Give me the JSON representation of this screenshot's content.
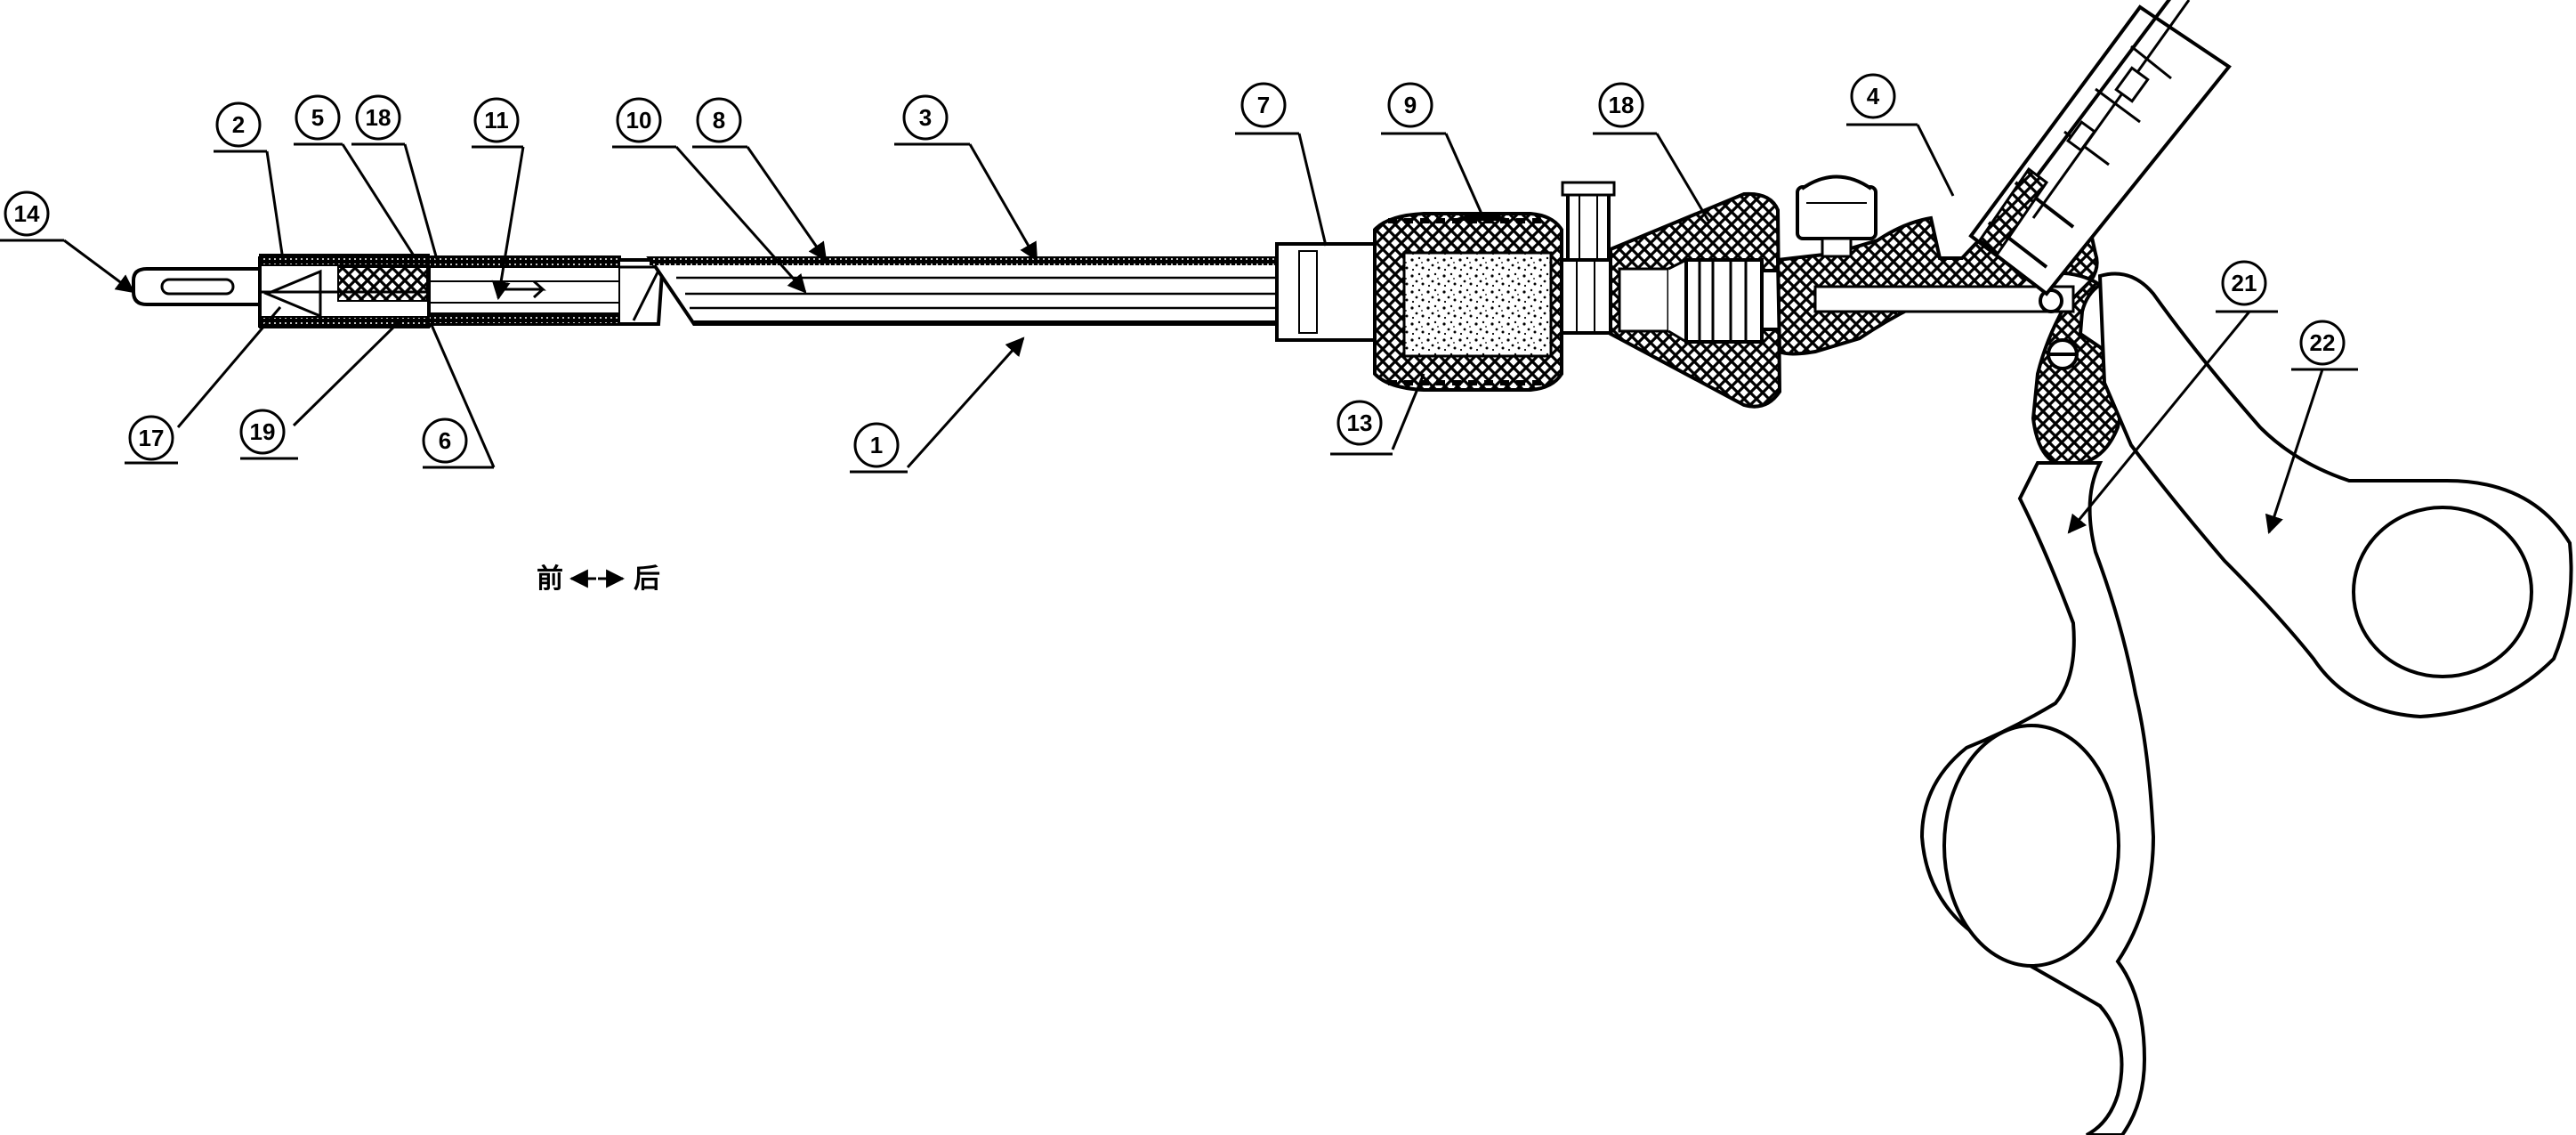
{
  "direction_legend": {
    "front_label": "前",
    "arrow": "←→",
    "back_label": "后"
  },
  "callouts": [
    {
      "id": "c14",
      "label": "14"
    },
    {
      "id": "c2",
      "label": "2"
    },
    {
      "id": "c5",
      "label": "5"
    },
    {
      "id": "c18a",
      "label": "18"
    },
    {
      "id": "c11",
      "label": "11"
    },
    {
      "id": "c10",
      "label": "10"
    },
    {
      "id": "c8",
      "label": "8"
    },
    {
      "id": "c3",
      "label": "3"
    },
    {
      "id": "c7",
      "label": "7"
    },
    {
      "id": "c9",
      "label": "9"
    },
    {
      "id": "c18b",
      "label": "18"
    },
    {
      "id": "c4",
      "label": "4"
    },
    {
      "id": "c21",
      "label": "21"
    },
    {
      "id": "c22",
      "label": "22"
    },
    {
      "id": "c17",
      "label": "17"
    },
    {
      "id": "c19",
      "label": "19"
    },
    {
      "id": "c6",
      "label": "6"
    },
    {
      "id": "c1",
      "label": "1"
    },
    {
      "id": "c13",
      "label": "13"
    }
  ]
}
